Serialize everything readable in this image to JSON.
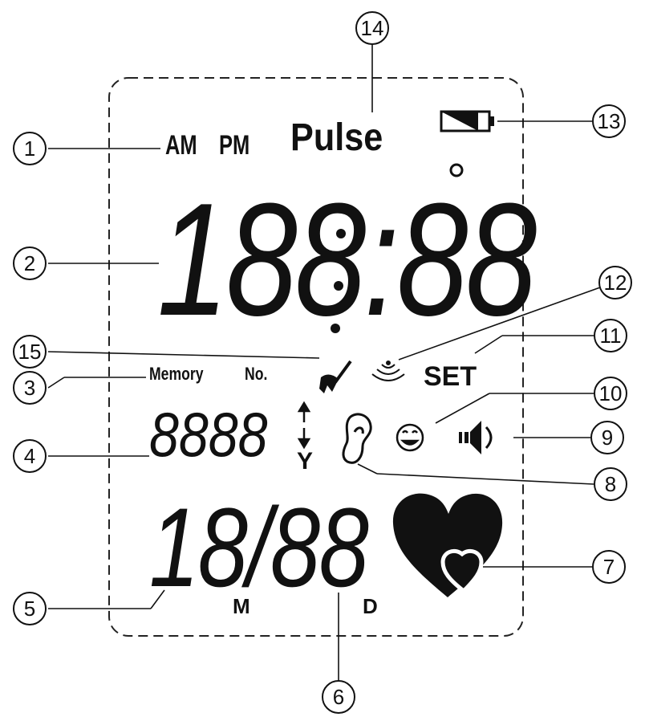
{
  "display": {
    "ampm": {
      "am": "AM",
      "pm": "PM"
    },
    "pulse_label": "Pulse",
    "main_digits": "188:88",
    "memory_label": "Memory",
    "no_label": "No.",
    "memory_digits": "8888",
    "year_label": "Y",
    "date_digits": "18/88",
    "month_label": "M",
    "day_label": "D",
    "set_label": "SET",
    "degree_mark": "°"
  },
  "callouts": [
    "1",
    "2",
    "3",
    "4",
    "5",
    "6",
    "7",
    "8",
    "9",
    "10",
    "11",
    "12",
    "13",
    "14",
    "15"
  ],
  "icons": {
    "battery": "battery-low-icon",
    "broom": "broom-icon",
    "wireless": "wireless-signal-icon",
    "ear": "ear-icon",
    "smiley": "smiley-face-icon",
    "speaker": "speaker-icon",
    "heart": "heart-icon",
    "arrows": "up-down-arrow-icon"
  }
}
